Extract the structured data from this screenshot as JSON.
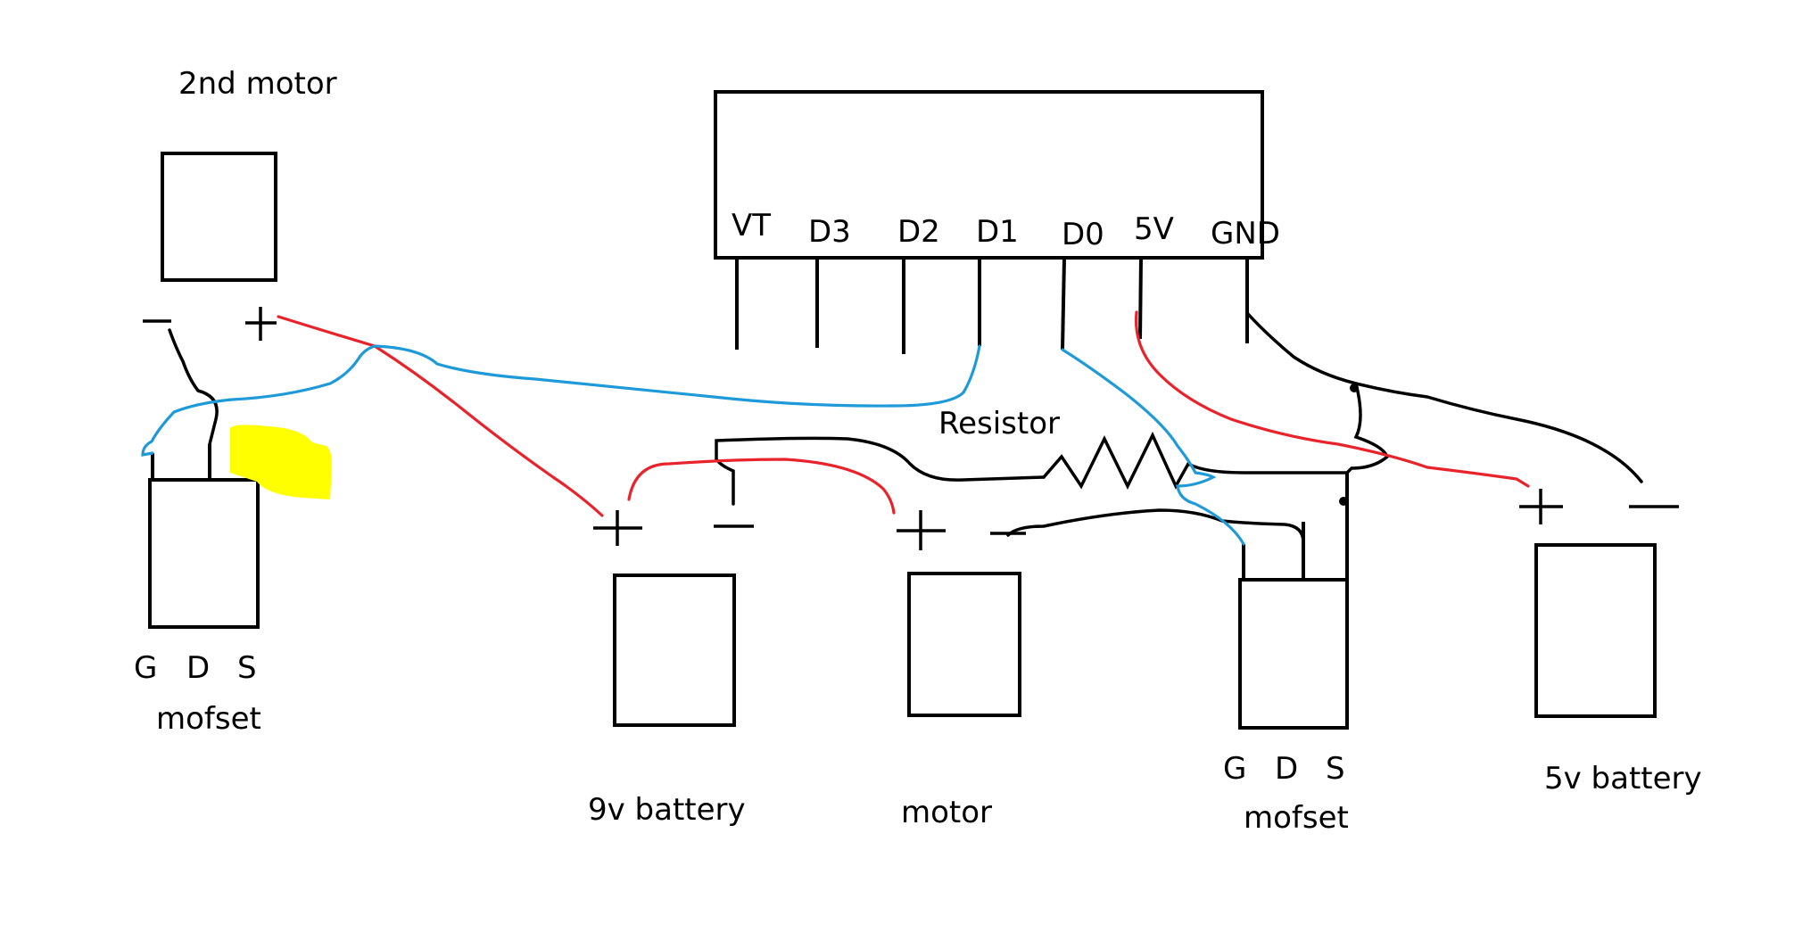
{
  "labels": {
    "second_motor": "2nd motor",
    "mosfet_left_pins": [
      "G",
      "D",
      "S"
    ],
    "mosfet_left": "mofset",
    "module_pins": [
      "VT",
      "D3",
      "D2",
      "D1",
      "D0",
      "5V",
      "GND"
    ],
    "resistor": "Resistor",
    "battery_9v": "9v battery",
    "motor": "motor",
    "mosfet_right_pins": [
      "G",
      "D",
      "S"
    ],
    "mosfet_right": "mofset",
    "battery_5v": "5v battery",
    "plus": "+",
    "minus": "−"
  },
  "colors": {
    "black_wire": "#000000",
    "red_wire": "#e8232b",
    "blue_wire": "#1e9ad8",
    "highlight": "#ffff00"
  }
}
